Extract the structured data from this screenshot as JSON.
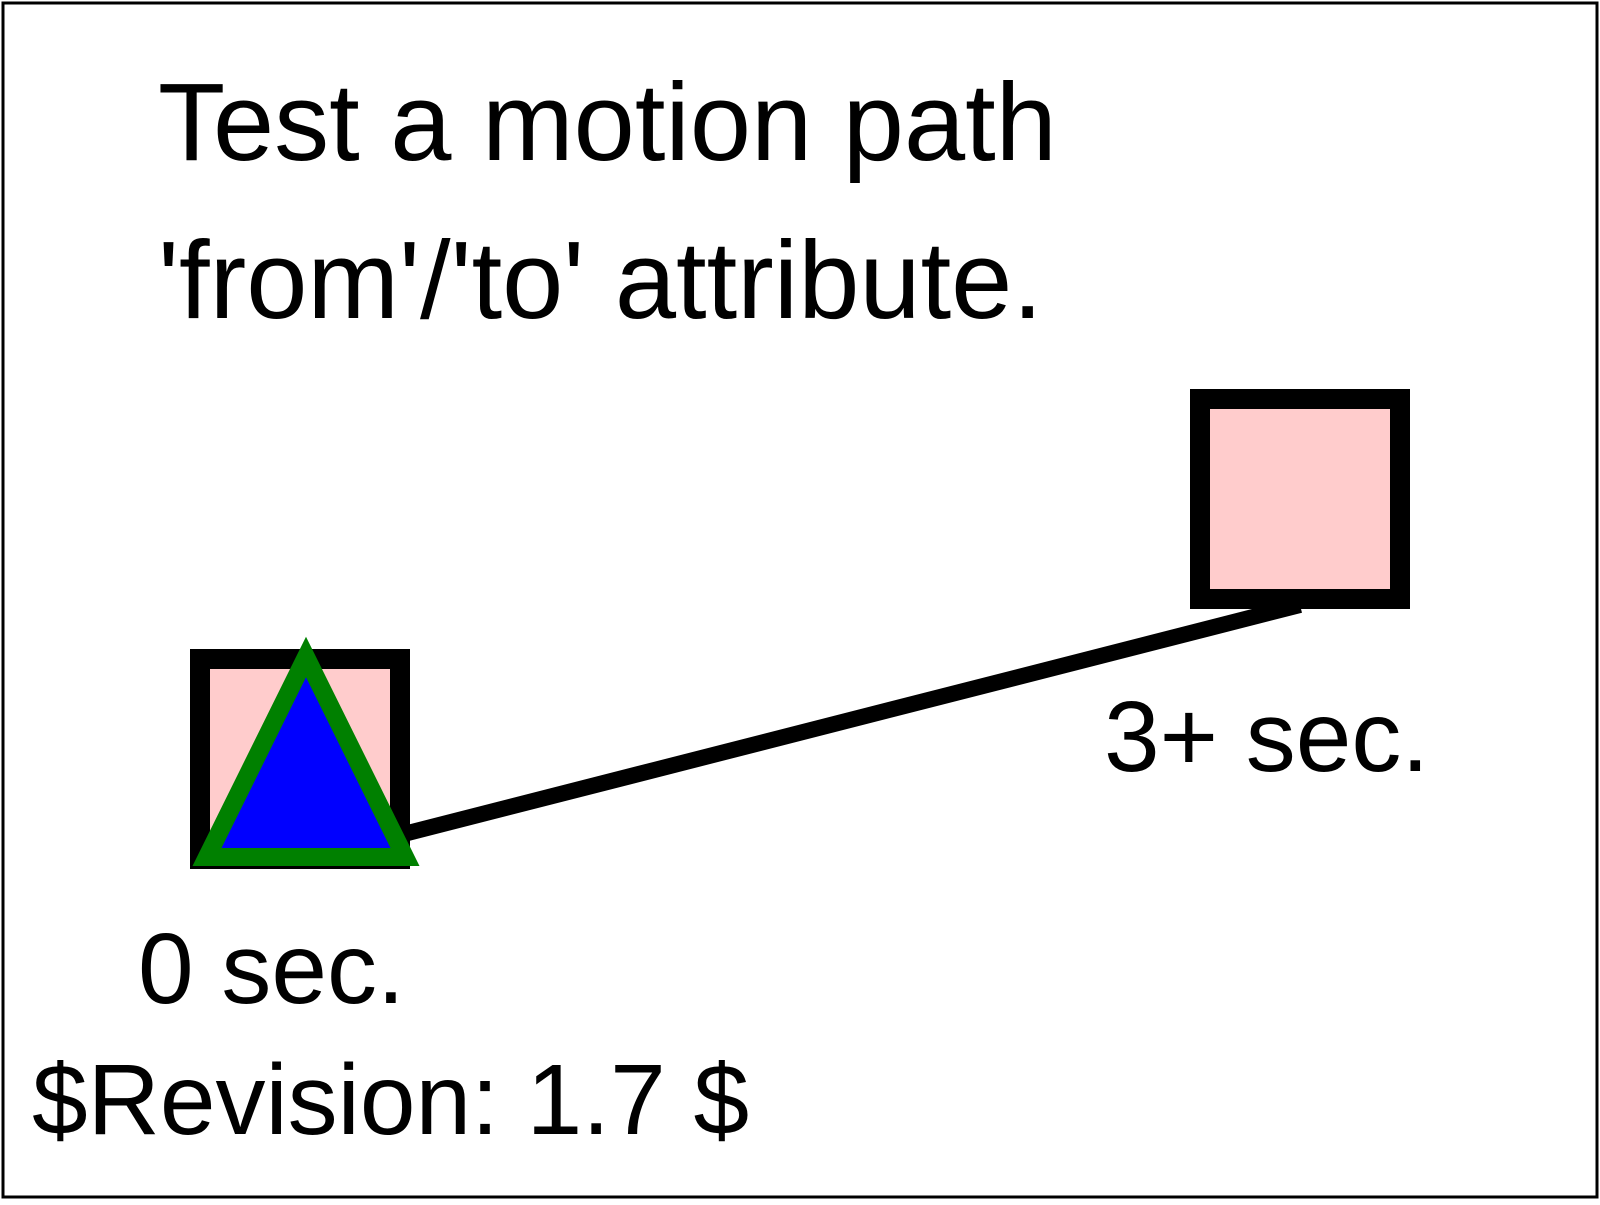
{
  "title_lines": [
    "Test a motion path",
    "'from'/'to' attribute."
  ],
  "labels": {
    "start": "0 sec.",
    "end": "3+ sec."
  },
  "revision": "$Revision: 1.7 $",
  "colors": {
    "frame": "#000000",
    "marker_fill": "#ffcccc",
    "marker_stroke": "#000000",
    "path_stroke": "#000000",
    "triangle_fill": "#0000ff",
    "triangle_stroke": "#008000"
  }
}
